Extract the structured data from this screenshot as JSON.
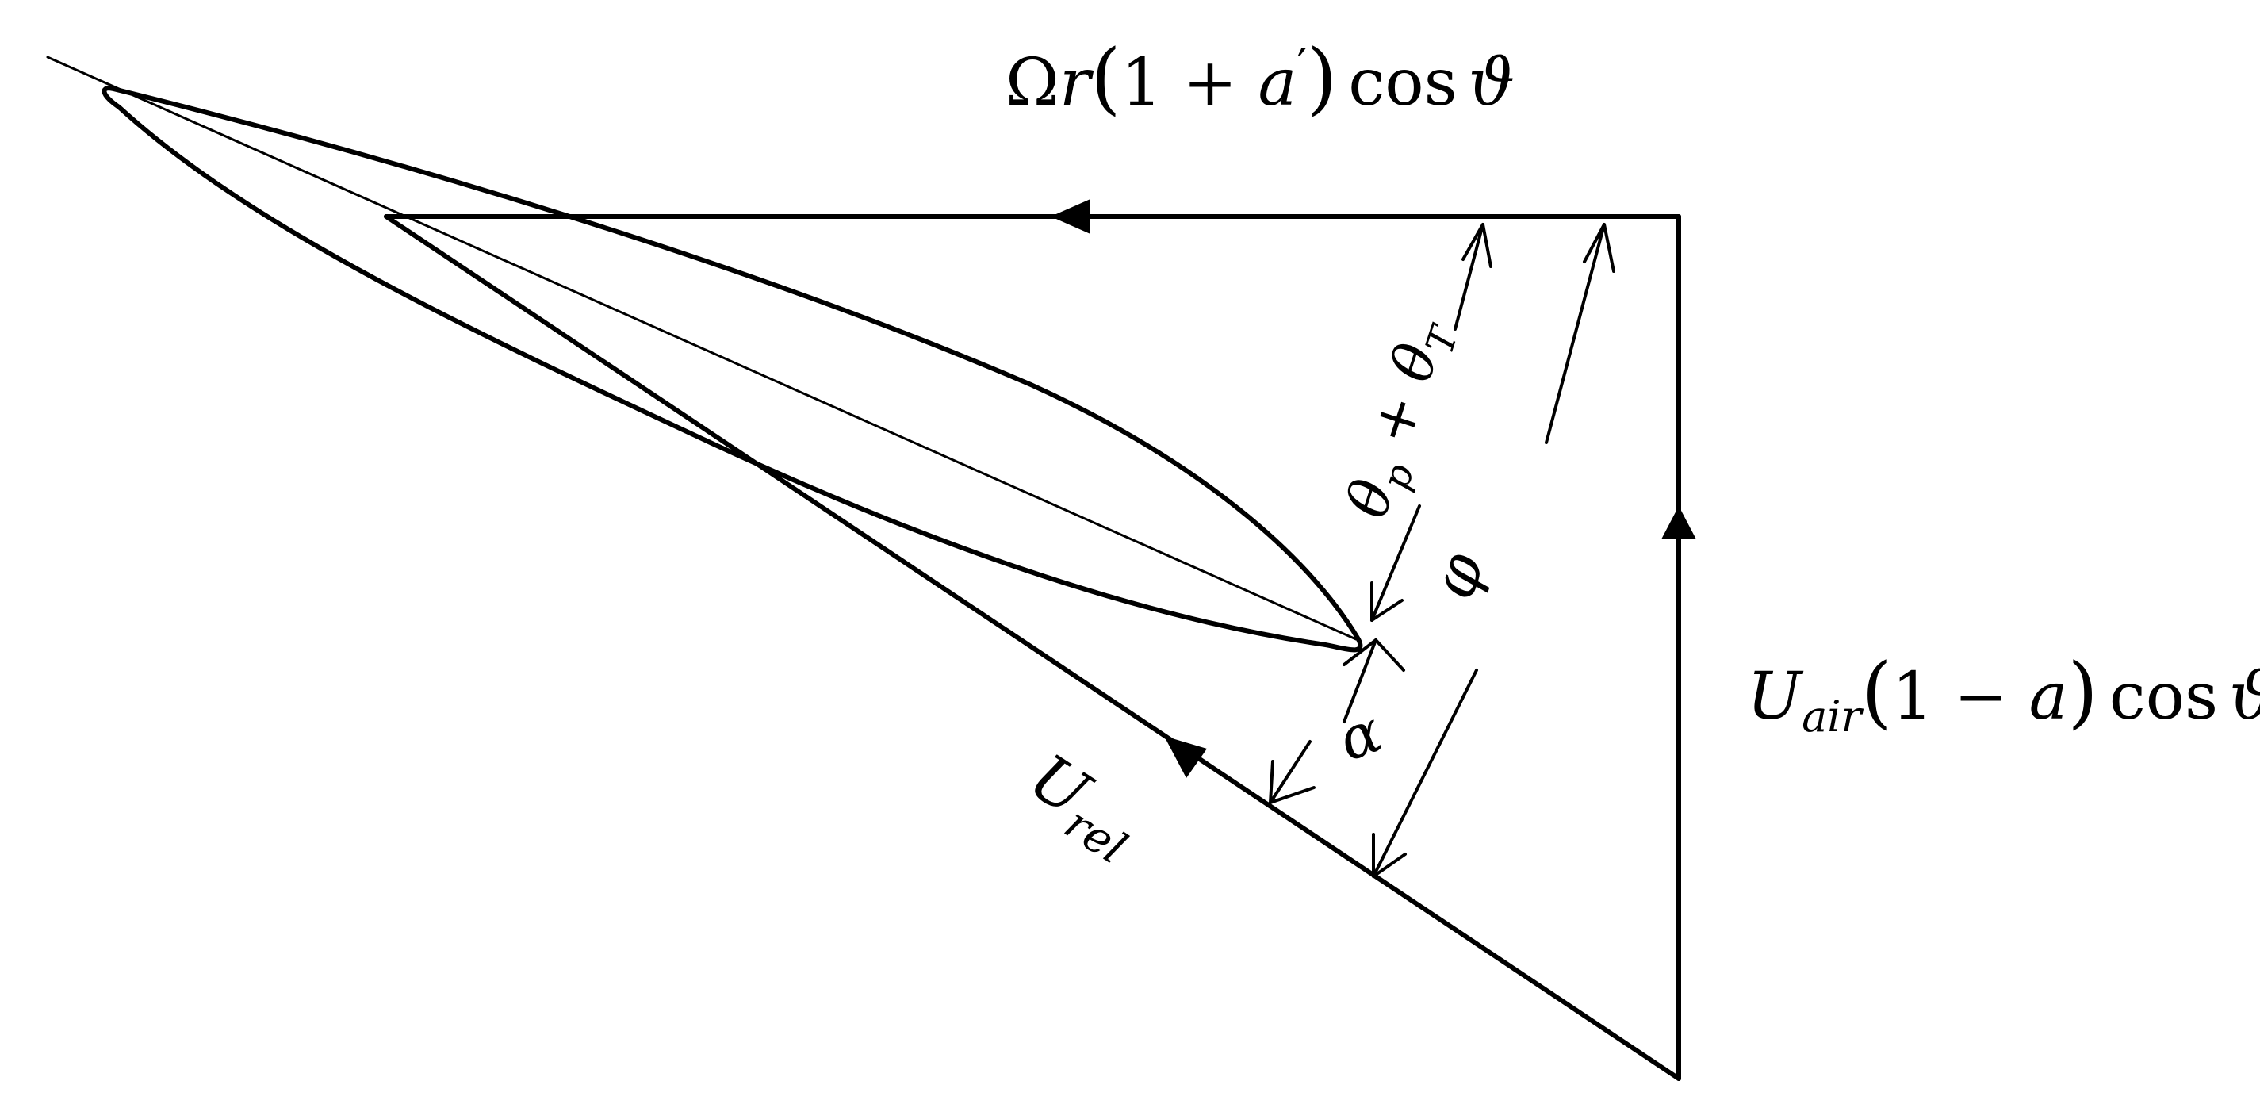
{
  "labels": {
    "tangential": {
      "omega": "Ω",
      "r": "r",
      "paren_open": "(",
      "one_plus": "1 + ",
      "a": "a",
      "prime": "′",
      "paren_close": ")",
      "cos": "cos",
      "theta": "ϑ"
    },
    "axial": {
      "u": "U",
      "sub": "air",
      "paren_open": "(",
      "one_minus": "1 − ",
      "a": "a",
      "paren_close": ")",
      "cos": "cos",
      "theta": "ϑ"
    },
    "relative": {
      "u": "U",
      "sub": "rel"
    },
    "pitch_twist": {
      "theta1": "θ",
      "sub1": "p",
      "plus": " + ",
      "theta2": "θ",
      "sub2": "T"
    },
    "inflow_angle": "φ",
    "attack_angle": "α"
  },
  "colors": {
    "stroke": "#000000",
    "background": "#ffffff"
  }
}
